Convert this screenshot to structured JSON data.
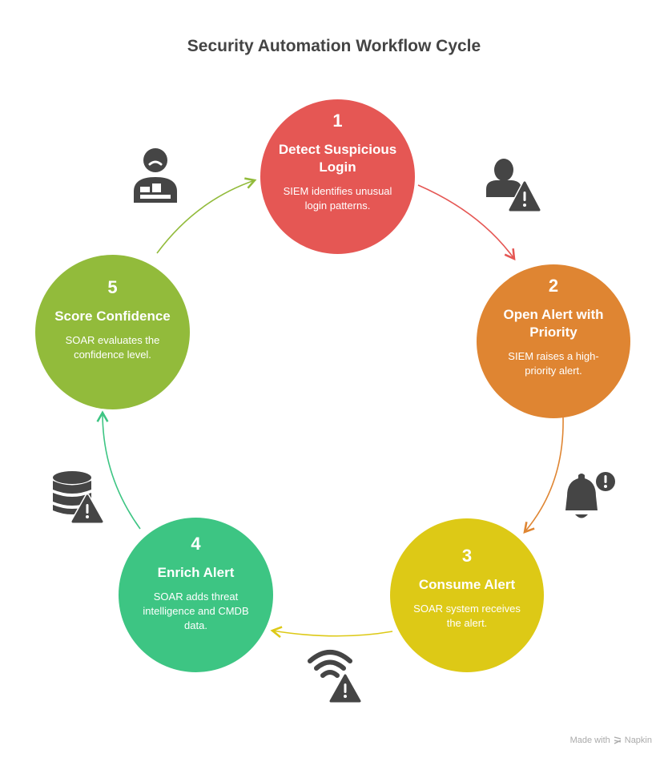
{
  "title": "Security Automation Workflow Cycle",
  "steps": [
    {
      "number": "1",
      "heading": "Detect Suspicious Login",
      "description": "SIEM identifies unusual login patterns.",
      "color": "#E55754",
      "icon": "user-warning-icon"
    },
    {
      "number": "2",
      "heading": "Open Alert with Priority",
      "description": "SIEM raises a high-priority alert.",
      "color": "#DF8532",
      "icon": "bell-alert-icon"
    },
    {
      "number": "3",
      "heading": "Consume Alert",
      "description": "SOAR system receives the alert.",
      "color": "#DDC916",
      "icon": "wifi-warning-icon"
    },
    {
      "number": "4",
      "heading": "Enrich Alert",
      "description": "SOAR adds threat intelligence and CMDB data.",
      "color": "#3DC583",
      "icon": "database-warning-icon"
    },
    {
      "number": "5",
      "heading": "Score Confidence",
      "description": "SOAR evaluates the confidence level.",
      "color": "#92BB3B",
      "icon": "analyst-icon"
    }
  ],
  "icon_color": "#454545",
  "footer": {
    "made_with": "Made with",
    "brand": "Napkin"
  }
}
